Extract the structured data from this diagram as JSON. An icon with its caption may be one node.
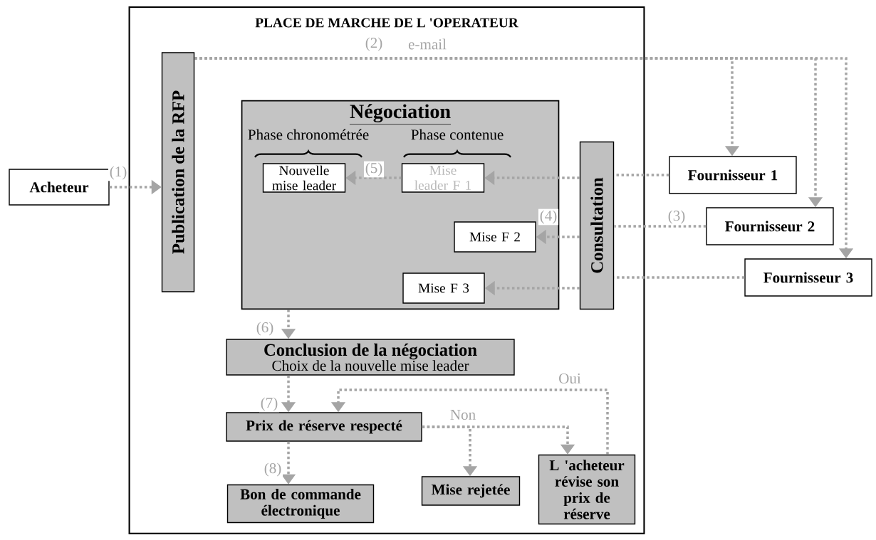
{
  "diagram": {
    "nodes": [
      {
        "text": [
          "PLACE DE MARCHE DE L 'OPERATEUR"
        ]
      },
      {
        "text": [
          "Acheteur"
        ]
      },
      {
        "text": [
          "Publication de la RFP"
        ],
        "in": 0
      },
      {
        "text": [
          "Négociation",
          "Phase chronométrée",
          "Phase contenue"
        ],
        "in": 0
      },
      {
        "text": [
          "Nouvelle mise leader"
        ],
        "in": 3
      },
      {
        "text": [
          "Mise leader F 1"
        ],
        "in": 3
      },
      {
        "text": [
          "Mise F 2"
        ],
        "in": 3
      },
      {
        "text": [
          "Mise F 3"
        ],
        "in": 3
      },
      {
        "text": [
          "Consultation"
        ],
        "in": 0
      },
      {
        "text": [
          "Fournisseur 1"
        ]
      },
      {
        "text": [
          "Fournisseur 2"
        ]
      },
      {
        "text": [
          "Fournisseur 3"
        ]
      },
      {
        "text": [
          "Conclusion de la négociation",
          "Choix de la nouvelle mise leader"
        ],
        "in": 0
      },
      {
        "text": [
          "Prix de réserve respecté"
        ],
        "in": 0
      },
      {
        "text": [
          "Bon de commande électronique"
        ],
        "in": 0
      },
      {
        "text": [
          "Mise rejetée"
        ],
        "in": 0
      },
      {
        "text": [
          "L 'acheteur révise son prix de réserve"
        ],
        "in": 0
      }
    ],
    "edges": [
      {
        "from": 1,
        "to": 2,
        "arrow": "to",
        "label": "(1)"
      },
      {
        "from": 2,
        "to": 9,
        "arrow": "to",
        "label": "(2)"
      },
      {
        "from": 2,
        "to": 10,
        "arrow": "to"
      },
      {
        "from": 2,
        "to": 11,
        "arrow": "to"
      },
      {
        "from": 9,
        "to": 8,
        "arrow": "none"
      },
      {
        "from": 10,
        "to": 8,
        "arrow": "none",
        "label": "(3)"
      },
      {
        "from": 11,
        "to": 8,
        "arrow": "none"
      },
      {
        "from": 8,
        "to": 5,
        "arrow": "to"
      },
      {
        "from": 8,
        "to": 6,
        "arrow": "to",
        "label": "(4)"
      },
      {
        "from": 8,
        "to": 7,
        "arrow": "to"
      },
      {
        "from": 5,
        "to": 4,
        "arrow": "to",
        "label": "(5)"
      },
      {
        "from": 3,
        "to": 12,
        "arrow": "to",
        "label": "(6)"
      },
      {
        "from": 12,
        "to": 13,
        "arrow": "to",
        "label": "(7)"
      },
      {
        "from": 13,
        "to": 14,
        "arrow": "to",
        "label": "(8)"
      },
      {
        "from": 13,
        "to": 15,
        "arrow": "to",
        "label": "Non"
      },
      {
        "from": 13,
        "to": 16,
        "arrow": "to"
      },
      {
        "from": 16,
        "to": 13,
        "arrow": "to",
        "label": "Oui"
      }
    ],
    "labels": [
      "e-mail"
    ]
  }
}
